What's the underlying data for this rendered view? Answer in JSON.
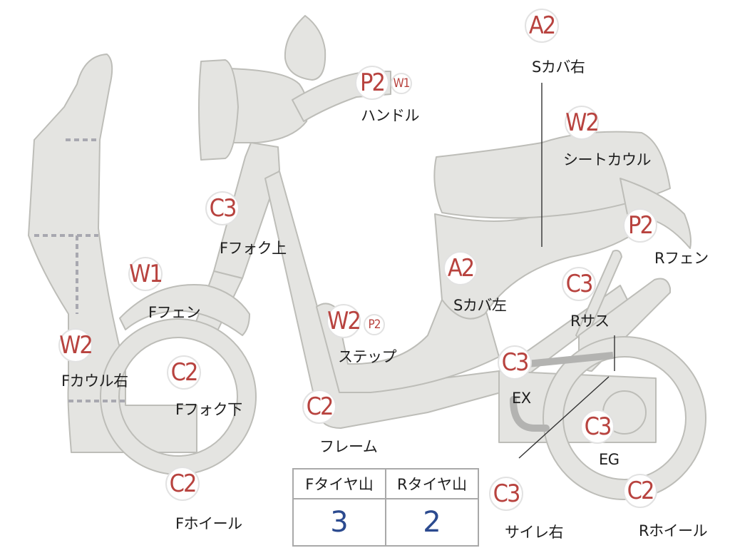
{
  "markers": [
    {
      "id": "s-cover-right",
      "code": "A2",
      "label": "Sカバ右"
    },
    {
      "id": "handle",
      "code": "P2",
      "code2": "W1",
      "label": "ハンドル"
    },
    {
      "id": "seat-cowl",
      "code": "W2",
      "label": "シートカウル"
    },
    {
      "id": "f-fork-upper",
      "code": "C3",
      "label": "Fフォク上"
    },
    {
      "id": "r-fender",
      "code": "P2",
      "label": "Rフェン"
    },
    {
      "id": "f-fender",
      "code": "W1",
      "label": "Fフェン"
    },
    {
      "id": "s-cover-left",
      "code": "A2",
      "label": "Sカバ左"
    },
    {
      "id": "r-suspension",
      "code": "C3",
      "label": "Rサス"
    },
    {
      "id": "step",
      "code": "W2",
      "code2": "P2",
      "label": "ステップ"
    },
    {
      "id": "f-cowl-right",
      "code": "W2",
      "label": "Fカウル右"
    },
    {
      "id": "f-fork-lower",
      "code": "C2",
      "label": "Fフォク下"
    },
    {
      "id": "exhaust",
      "code": "C3",
      "label": "EX"
    },
    {
      "id": "frame",
      "code": "C2",
      "label": "フレーム"
    },
    {
      "id": "engine",
      "code": "C3",
      "label": "EG"
    },
    {
      "id": "f-wheel",
      "code": "C2",
      "label": "Fホイール"
    },
    {
      "id": "muffler-right",
      "code": "C3",
      "label": "サイレ右"
    },
    {
      "id": "r-wheel",
      "code": "C2",
      "label": "Rホイール"
    }
  ],
  "tread_table": {
    "headers": [
      "Fタイヤ山",
      "Rタイヤ山"
    ],
    "values": [
      "3",
      "2"
    ]
  },
  "colors": {
    "part_fill": "#e4e4e1",
    "part_stroke": "#bdbdb8",
    "code_red": "#b8433f",
    "value_blue": "#2b4a8f"
  }
}
